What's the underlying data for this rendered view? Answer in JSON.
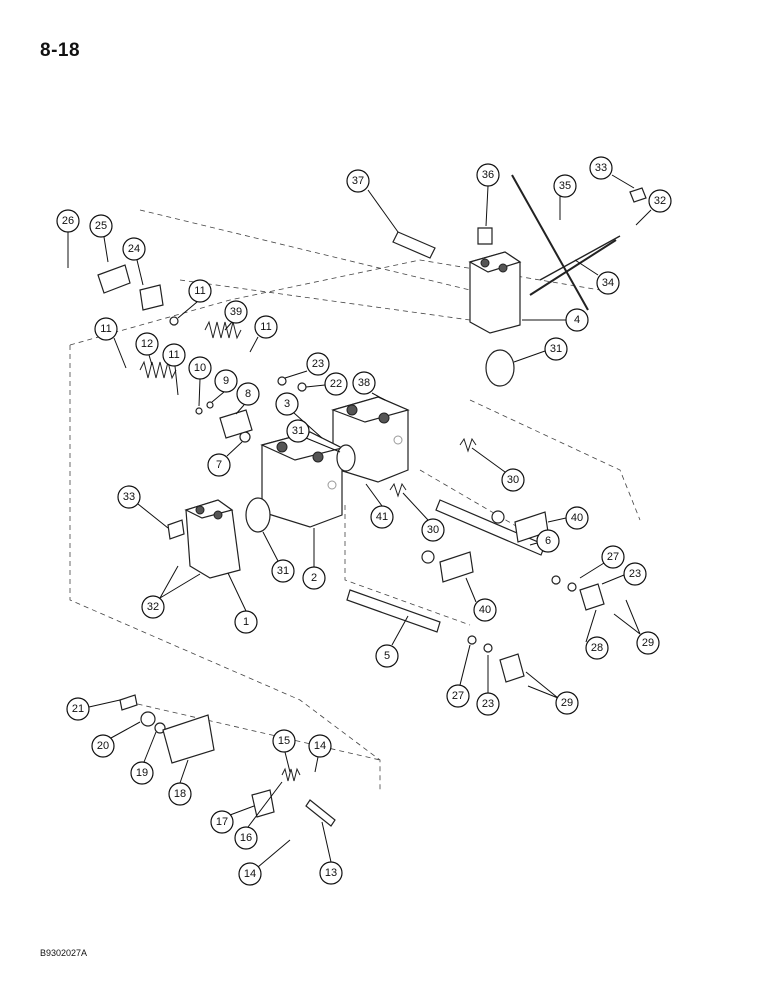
{
  "page": {
    "number": "8-18",
    "figure_code": "B9302027A"
  },
  "callouts": [
    {
      "id": "c37",
      "label": "37"
    },
    {
      "id": "c36",
      "label": "36"
    },
    {
      "id": "c35",
      "label": "35"
    },
    {
      "id": "c33a",
      "label": "33"
    },
    {
      "id": "c32a",
      "label": "32"
    },
    {
      "id": "c34",
      "label": "34"
    },
    {
      "id": "c4",
      "label": "4"
    },
    {
      "id": "c26",
      "label": "26"
    },
    {
      "id": "c25",
      "label": "25"
    },
    {
      "id": "c24",
      "label": "24"
    },
    {
      "id": "c11a",
      "label": "11"
    },
    {
      "id": "c39",
      "label": "39"
    },
    {
      "id": "c11b",
      "label": "11"
    },
    {
      "id": "c11c",
      "label": "11"
    },
    {
      "id": "c12",
      "label": "12"
    },
    {
      "id": "c11d",
      "label": "11"
    },
    {
      "id": "c10",
      "label": "10"
    },
    {
      "id": "c9",
      "label": "9"
    },
    {
      "id": "c8",
      "label": "8"
    },
    {
      "id": "c23a",
      "label": "23"
    },
    {
      "id": "c22",
      "label": "22"
    },
    {
      "id": "c38",
      "label": "38"
    },
    {
      "id": "c31a",
      "label": "31"
    },
    {
      "id": "c3",
      "label": "3"
    },
    {
      "id": "c31b",
      "label": "31"
    },
    {
      "id": "c7",
      "label": "7"
    },
    {
      "id": "c30a",
      "label": "30"
    },
    {
      "id": "c33b",
      "label": "33"
    },
    {
      "id": "c41",
      "label": "41"
    },
    {
      "id": "c30b",
      "label": "30"
    },
    {
      "id": "c40a",
      "label": "40"
    },
    {
      "id": "c6",
      "label": "6"
    },
    {
      "id": "c31c",
      "label": "31"
    },
    {
      "id": "c2",
      "label": "2"
    },
    {
      "id": "c27a",
      "label": "27"
    },
    {
      "id": "c23b",
      "label": "23"
    },
    {
      "id": "c32b",
      "label": "32"
    },
    {
      "id": "c1",
      "label": "1"
    },
    {
      "id": "c40b",
      "label": "40"
    },
    {
      "id": "c28",
      "label": "28"
    },
    {
      "id": "c29a",
      "label": "29"
    },
    {
      "id": "c5",
      "label": "5"
    },
    {
      "id": "c27b",
      "label": "27"
    },
    {
      "id": "c23c",
      "label": "23"
    },
    {
      "id": "c29b",
      "label": "29"
    },
    {
      "id": "c21",
      "label": "21"
    },
    {
      "id": "c20",
      "label": "20"
    },
    {
      "id": "c19",
      "label": "19"
    },
    {
      "id": "c18",
      "label": "18"
    },
    {
      "id": "c15",
      "label": "15"
    },
    {
      "id": "c14a",
      "label": "14"
    },
    {
      "id": "c17",
      "label": "17"
    },
    {
      "id": "c16",
      "label": "16"
    },
    {
      "id": "c14b",
      "label": "14"
    },
    {
      "id": "c13",
      "label": "13"
    }
  ]
}
